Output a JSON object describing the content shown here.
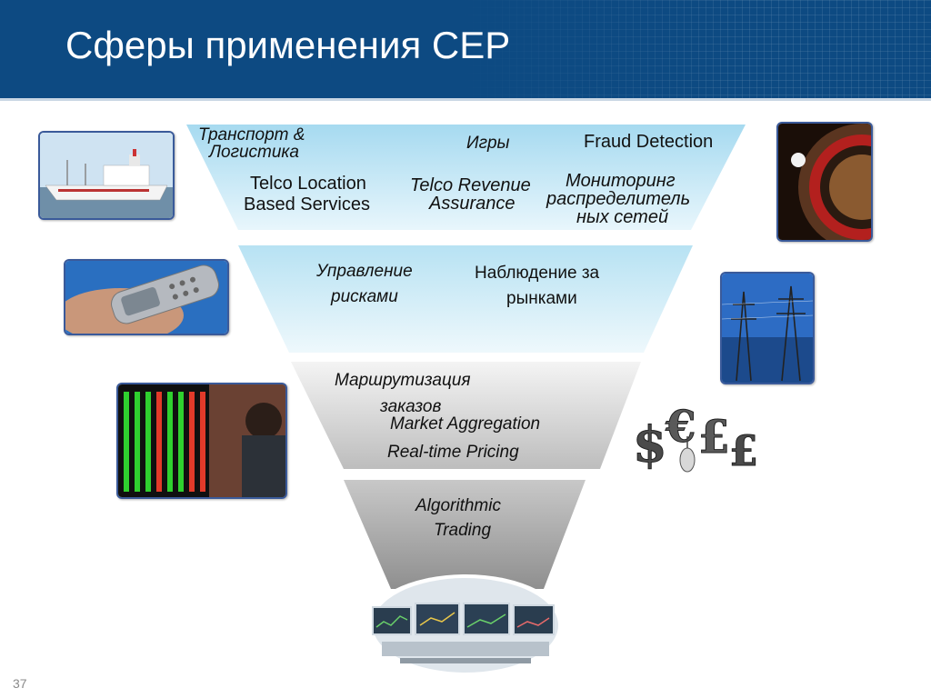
{
  "slide": {
    "title": "Сферы применения CEP",
    "page_number": "37"
  },
  "funnel": {
    "tier1": {
      "transport": "Транспорт &",
      "logistics": "Логистика",
      "games": "Игры",
      "fraud": "Fraud Detection",
      "telco_location_1": "Telco Location",
      "telco_location_2": "Based Services",
      "telco_revenue_1": "Telco Revenue",
      "telco_revenue_2": "Assurance",
      "monitoring_1": "Мониторинг",
      "monitoring_2": "распределитель",
      "monitoring_3": "ных сетей"
    },
    "tier2": {
      "risk_1": "Управление",
      "risk_2": "рисками",
      "market_1": "Наблюдение за",
      "market_2": "рынками"
    },
    "tier3": {
      "routing_1": "Маршрутизация",
      "routing_2": "заказов",
      "aggregation": "Market Aggregation",
      "pricing": "Real-time Pricing"
    },
    "tier4": {
      "algo_1": "Algorithmic",
      "algo_2": "Trading"
    }
  }
}
